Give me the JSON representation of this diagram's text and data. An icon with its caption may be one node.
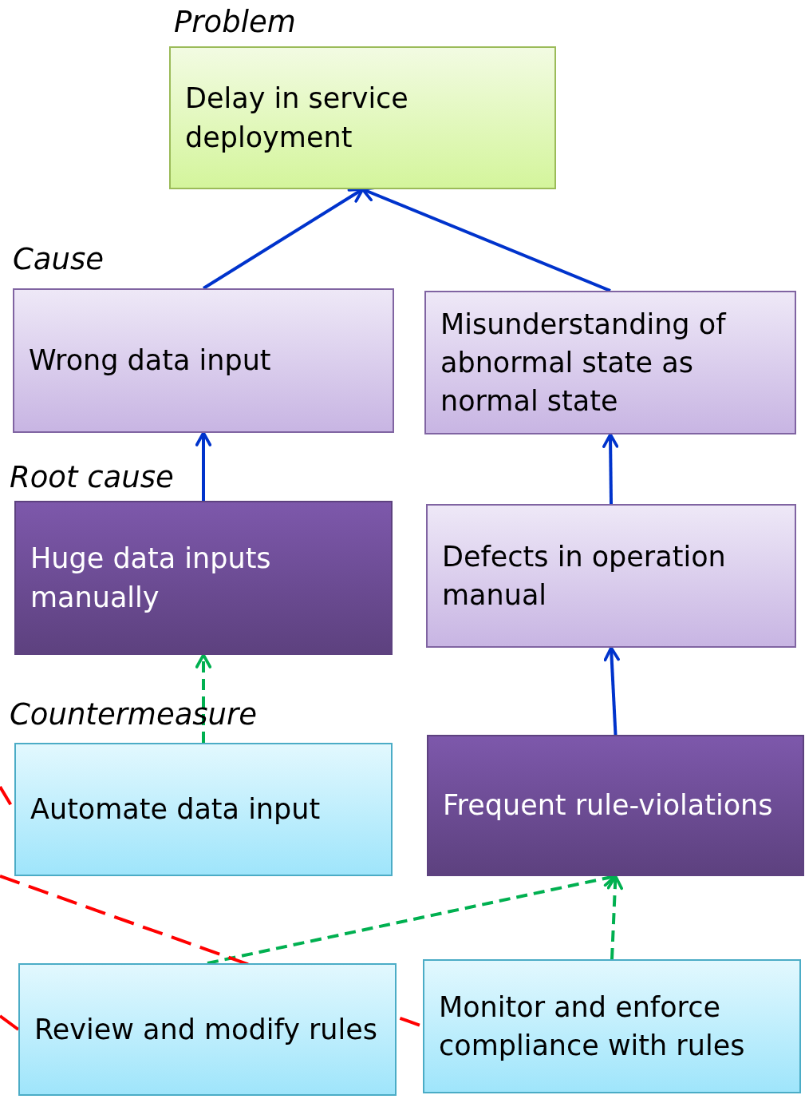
{
  "diagram": {
    "nodes": [
      {
        "text": [
          "Delay in service deployment"
        ]
      },
      {
        "text": [
          "Wrong data input"
        ]
      },
      {
        "text": [
          "Misunderstanding of abnormal state as normal state"
        ]
      },
      {
        "text": [
          "Huge data inputs manually"
        ]
      },
      {
        "text": [
          "Defects in operation manual"
        ]
      },
      {
        "text": [
          "Automate data input"
        ]
      },
      {
        "text": [
          "Frequent rule-violations"
        ]
      },
      {
        "text": [
          "Review and modify rules"
        ]
      },
      {
        "text": [
          "Monitor and enforce compliance with rules"
        ]
      }
    ],
    "edges": [
      {
        "from": 1,
        "to": 0,
        "arrow": "to"
      },
      {
        "from": 2,
        "to": 0,
        "arrow": "to"
      },
      {
        "from": 3,
        "to": 1,
        "arrow": "to"
      },
      {
        "from": 4,
        "to": 2,
        "arrow": "to"
      },
      {
        "from": 6,
        "to": 4,
        "arrow": "to"
      },
      {
        "from": 5,
        "to": 3,
        "arrow": "to",
        "style": "dashed",
        "color": "#00b050"
      },
      {
        "from": 7,
        "to": 6,
        "arrow": "to",
        "style": "dashed",
        "color": "#00b050"
      },
      {
        "from": 8,
        "to": 6,
        "arrow": "to",
        "style": "dashed",
        "color": "#00b050"
      },
      {
        "from": null,
        "to": 5,
        "arrow": "none",
        "style": "dashed",
        "color": "#ff0000"
      },
      {
        "from": null,
        "to": 7,
        "arrow": "none",
        "color": "#ff0000"
      },
      {
        "from": null,
        "to": 8,
        "arrow": "none",
        "style": "dashed",
        "color": "#ff0000"
      }
    ],
    "labels": [
      "Problem",
      "Cause",
      "Root cause",
      "Countermeasure"
    ]
  }
}
